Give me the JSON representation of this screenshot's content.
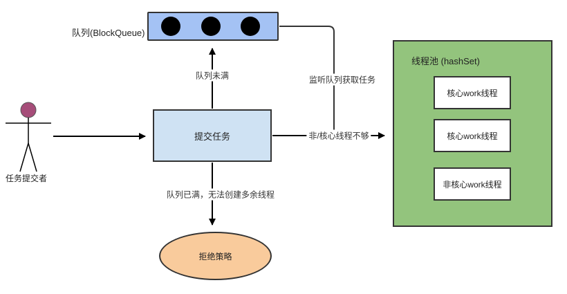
{
  "diagram": {
    "actor": {
      "label": "任务提交者"
    },
    "queue": {
      "label": "队列(BlockQueue)",
      "slot_count": 3,
      "slot_icon": "filled-task-circle"
    },
    "submit_box": {
      "label": "提交任务"
    },
    "pool": {
      "title": "线程池 (hashSet)",
      "threads": [
        {
          "label": "核心work线程"
        },
        {
          "label": "核心work线程"
        },
        {
          "label": "非核心work线程"
        }
      ]
    },
    "reject": {
      "label": "拒绝策略"
    },
    "edges": {
      "queue_not_full": "队列未满",
      "listen_queue": "监听队列获取任务",
      "threads_not_enough": "非/核心线程不够",
      "queue_full": "队列已满，无法创建多余线程"
    },
    "colors": {
      "queue_fill": "#a4c2f4",
      "submit_fill": "#cfe2f3",
      "pool_fill": "#93c47d",
      "thread_fill": "#ffffff",
      "reject_fill": "#f9cb9c",
      "actor_head": "#a64d79",
      "line": "#333333"
    }
  }
}
